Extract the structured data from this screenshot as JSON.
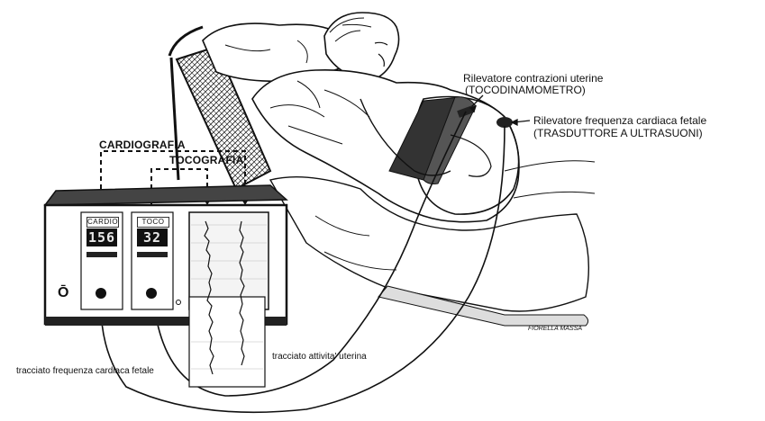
{
  "labels": {
    "cardiografia": "CARDIOGRAFIA",
    "tocografia": "TOCOGRAFIA",
    "rilevatore_contrazioni": "Rilevatore contrazioni uterine",
    "tocodinamometro": "(TOCODINAMOMETRO)",
    "rilevatore_frequenza": "Rilevatore frequenza cardiaca fetale",
    "trasduttore": "(TRASDUTTORE A ULTRASUONI)",
    "tracciato_frequenza": "tracciato frequenza cardiaca fetale",
    "tracciato_attivita": "tracciato attivita' uterina"
  },
  "monitor": {
    "cardio_label": "CARDIO",
    "toco_label": "TOCO",
    "cardio_value": "156",
    "toco_value": "32",
    "power_symbol": "Ō"
  },
  "signature": "FIORELLA MASSA",
  "colors": {
    "ink": "#111111",
    "paper": "#ffffff",
    "display": "#111111"
  }
}
